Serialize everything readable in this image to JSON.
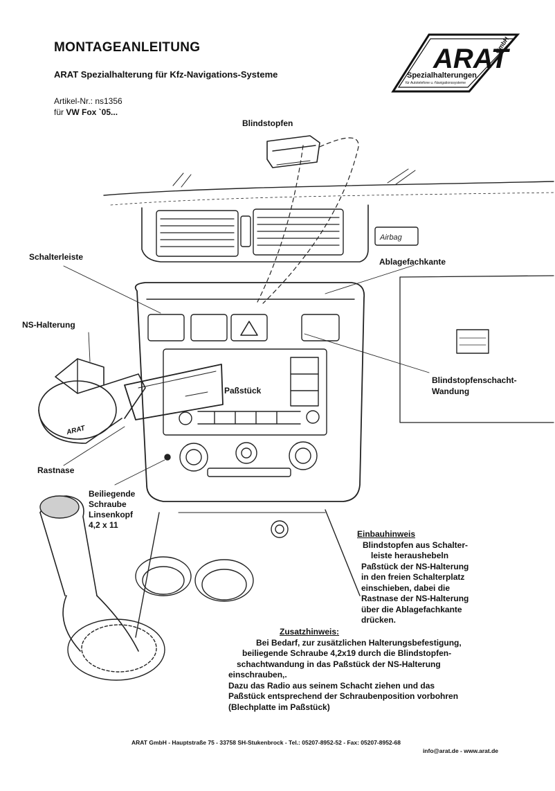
{
  "header": {
    "title": "MONTAGEANLEITUNG",
    "subtitle": "ARAT Spezialhalterung für Kfz-Navigations-Systeme",
    "article_line": "Artikel-Nr.: ns1356",
    "vehicle_prefix": "für ",
    "vehicle": "VW Fox `05..."
  },
  "logo": {
    "brand": "ARAT",
    "suffix": "GmbH",
    "tagline": "Spezialhalterungen",
    "tagline_small": "für Autotelefone u.-Navigationssysteme"
  },
  "labels": {
    "blindstopfen": "Blindstopfen",
    "airbag": "Airbag",
    "schalterleiste": "Schalterleiste",
    "ablagefachkante": "Ablagefachkante",
    "ns_halterung": "NS-Halterung",
    "passtueck": "Paßstück",
    "schacht_line1": "Blindstopfenschacht-",
    "schacht_line2": "Wandung",
    "arat_mark": "ARAT",
    "rastnase": "Rastnase",
    "schraube": [
      "Beiliegende",
      "Schraube",
      "Linsenkopf",
      "4,2 x 11"
    ]
  },
  "einbauhinweis": {
    "heading": "Einbauhinweis",
    "lines": [
      "Blindstopfen aus Schalter-",
      "leiste  heraushebeln",
      "Paßstück der NS-Halterung",
      "in den freien Schalterplatz",
      "einschieben, dabei die",
      "Rastnase der NS-Halterung",
      "über die Ablagefachkante",
      "drücken."
    ]
  },
  "zusatzhinweis": {
    "heading": "Zusatzhinweis:",
    "lines": [
      "Bei Bedarf, zur zusätzlichen Halterungsbefestigung,",
      "beiliegende Schraube 4,2x19 durch die Blindstopfen-",
      "schachtwandung in das Paßstück der NS-Halterung",
      "einschrauben,.",
      "Dazu das Radio aus seinem Schacht ziehen und das",
      "Paßstück entsprechend der Schraubenposition vorbohren",
      "(Blechplatte im Paßstück)"
    ]
  },
  "footer": {
    "line1": "ARAT GmbH  -  Hauptstraße 75  -  33758 SH-Stukenbrock  -  Tel.: 05207-8952-52  -  Fax: 05207-8952-68",
    "line2": "info@arat.de  -  www.arat.de"
  }
}
